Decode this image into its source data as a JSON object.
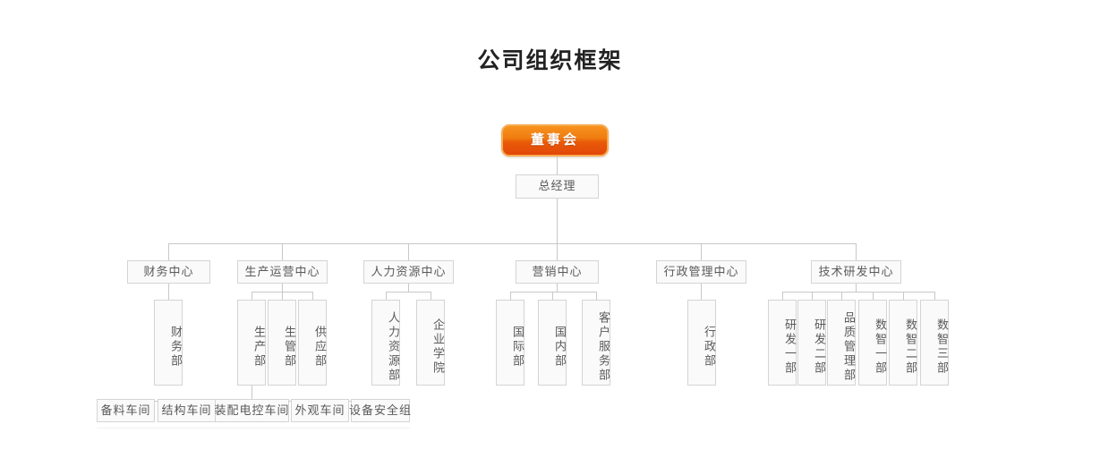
{
  "page": {
    "title": "公司组织框架",
    "background_color": "#ffffff"
  },
  "theme": {
    "accent_color": "#ef7a10",
    "accent_gradient_top": "#f7921e",
    "accent_gradient_bottom": "#e2470b",
    "node_background": "#fafafa",
    "node_border": "#d4d4d4",
    "node_text": "#5a5a5a",
    "line_color": "#c8c8c8",
    "title_color": "#222222"
  },
  "chart_data": {
    "type": "diagram",
    "diagram_kind": "org-chart",
    "title": "公司组织框架",
    "orientation": "top-down",
    "levels": 5,
    "root": {
      "label": "董事会",
      "level": 1,
      "style": "accent"
    },
    "level2": {
      "label": "总经理",
      "level": 2,
      "style": "plain"
    },
    "centers": [
      {
        "id": "finance-center",
        "label": "财务中心",
        "children": [
          {
            "id": "finance-dept",
            "label": "财务部"
          }
        ]
      },
      {
        "id": "production-operations-center",
        "label": "生产运营中心",
        "children": [
          {
            "id": "production-dept",
            "label": "生产部"
          },
          {
            "id": "production-management-dept",
            "label": "生管部"
          },
          {
            "id": "supply-dept",
            "label": "供应部"
          }
        ]
      },
      {
        "id": "human-resources-center",
        "label": "人力资源中心",
        "children": [
          {
            "id": "human-resources-dept",
            "label": "人力资源部"
          },
          {
            "id": "corporate-academy",
            "label": "企业学院"
          }
        ]
      },
      {
        "id": "marketing-center",
        "label": "营销中心",
        "children": [
          {
            "id": "international-dept",
            "label": "国际部"
          },
          {
            "id": "domestic-dept",
            "label": "国内部"
          },
          {
            "id": "customer-service-dept",
            "label": "客户服务部"
          }
        ]
      },
      {
        "id": "administration-management-center",
        "label": "行政管理中心",
        "children": [
          {
            "id": "administration-dept",
            "label": "行政部"
          }
        ]
      },
      {
        "id": "technology-rd-center",
        "label": "技术研发中心",
        "children": [
          {
            "id": "rd-dept-1",
            "label": "研发一部"
          },
          {
            "id": "rd-dept-2",
            "label": "研发二部"
          },
          {
            "id": "quality-management-dept",
            "label": "品质管理部"
          },
          {
            "id": "digital-intelligence-dept-1",
            "label": "数智一部"
          },
          {
            "id": "digital-intelligence-dept-2",
            "label": "数智二部"
          },
          {
            "id": "digital-intelligence-dept-3",
            "label": "数智三部"
          }
        ]
      }
    ],
    "workshops": {
      "parent_id": "production-dept",
      "items": [
        {
          "id": "material-prep-workshop",
          "label": "备料车间"
        },
        {
          "id": "structure-workshop",
          "label": "结构车间"
        },
        {
          "id": "assembly-electrical-workshop",
          "label": "装配电控车间"
        },
        {
          "id": "appearance-workshop",
          "label": "外观车间"
        },
        {
          "id": "equipment-safety-group",
          "label": "设备安全组"
        }
      ]
    }
  }
}
